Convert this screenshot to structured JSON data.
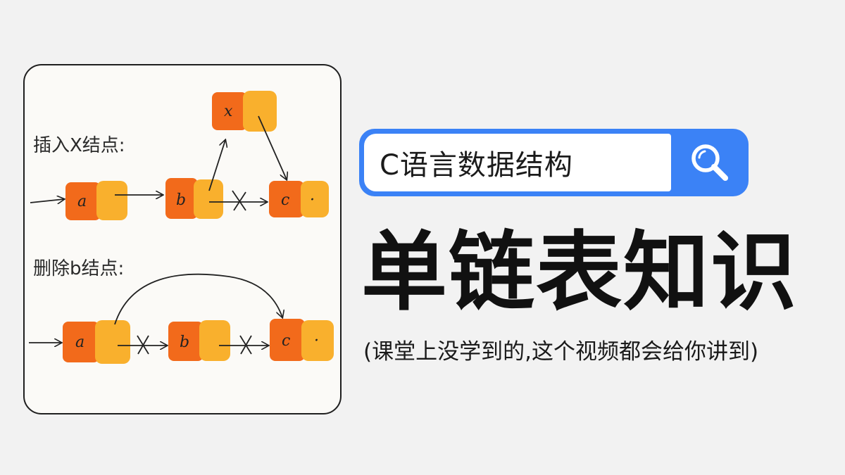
{
  "diagram": {
    "insert_label": "插入X结点:",
    "delete_label": "删除b结点:",
    "nodes": {
      "a": "a",
      "b": "b",
      "c": "c",
      "x": "x",
      "dot": "·"
    },
    "colors": {
      "data_cell": "#f26a1b",
      "pointer_cell": "#f9b02d",
      "ink": "#222222"
    }
  },
  "search": {
    "query": "C语言数据结构",
    "icon": "search-icon",
    "accent": "#3b82f6"
  },
  "headline": "单链表知识",
  "subline": "(课堂上没学到的,这个视频都会给你讲到)"
}
